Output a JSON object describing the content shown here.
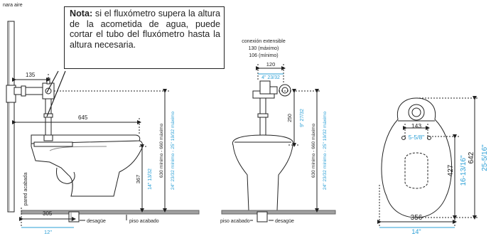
{
  "note": {
    "label": "Nota:",
    "text": "si el fluxómetro supera la altura de la acometida de agua, puede cortar el tubo del fluxómetro hasta la altura necesaria."
  },
  "labels": {
    "para_aire": "nara aire",
    "pared_acabada": "pared acabada",
    "desague_left": "desagüe",
    "desague_right": "desagüe",
    "piso_acabado_left": "piso acabado",
    "piso_acabado_right": "piso acabado",
    "conexion_title": "conexión extensible",
    "conexion_max": "130 (máximo)",
    "conexion_min": "106 (mínimo)"
  },
  "dimensions": {
    "side_top_width": "135",
    "side_length": "645",
    "side_rim": "367",
    "side_rim_in": "14\" 13/32",
    "side_height_mm": "630 mínimo - 660 máximo",
    "side_height_in": "24\" 23/32 mínimo - 25\" 19/32 máximo",
    "side_rough_in": "305",
    "side_rough_in_in": "12\"",
    "front_conn_mm": "120",
    "front_conn_in": "4\" 23/32",
    "front_250": "250",
    "front_250_in": "9\" 27/32",
    "front_height_mm": "630 mínimo - 660 máximo",
    "front_height_in": "24\" 23/32 mínimo - 25\" 19/32 máximo",
    "top_width_143": "143",
    "top_width_143_in": "5-5/8\"",
    "top_427": "427",
    "top_427_in": "16-13/16\"",
    "top_642": "642",
    "top_642_in": "25-5/16\"",
    "top_356": "356",
    "top_356_in": "14\""
  },
  "colors": {
    "dimension_blue": "#2a9fd6",
    "line": "#222222",
    "floor": "#a0a0a0"
  }
}
